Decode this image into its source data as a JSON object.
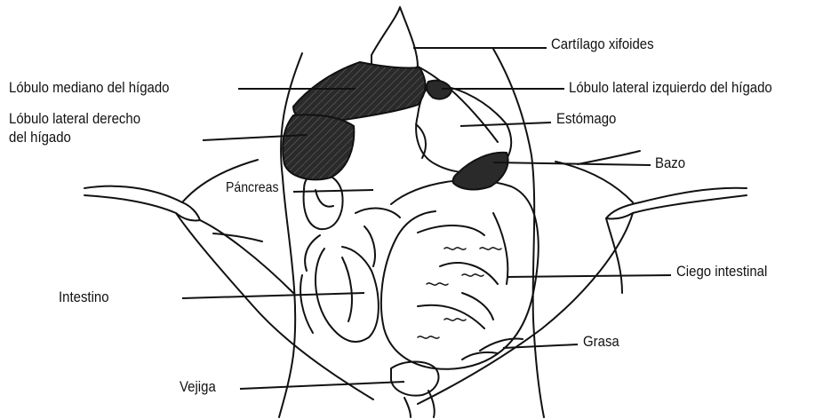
{
  "labels": {
    "cartilago": "Cartílago xifoides",
    "lobulo_izquierdo": "Lóbulo lateral izquierdo del hígado",
    "estomago": "Estómago",
    "bazo": "Bazo",
    "ciego": "Ciego intestinal",
    "grasa": "Grasa",
    "lobulo_mediano": "Lóbulo mediano del hígado",
    "lobulo_derecho_1": "Lóbulo lateral derecho",
    "lobulo_derecho_2": "del hígado",
    "pancreas": "Páncreas",
    "intestino": "Intestino",
    "vejiga": "Vejiga"
  },
  "colors": {
    "ink": "#111111",
    "liver_fill": "#2a2a2a",
    "background": "#ffffff"
  }
}
